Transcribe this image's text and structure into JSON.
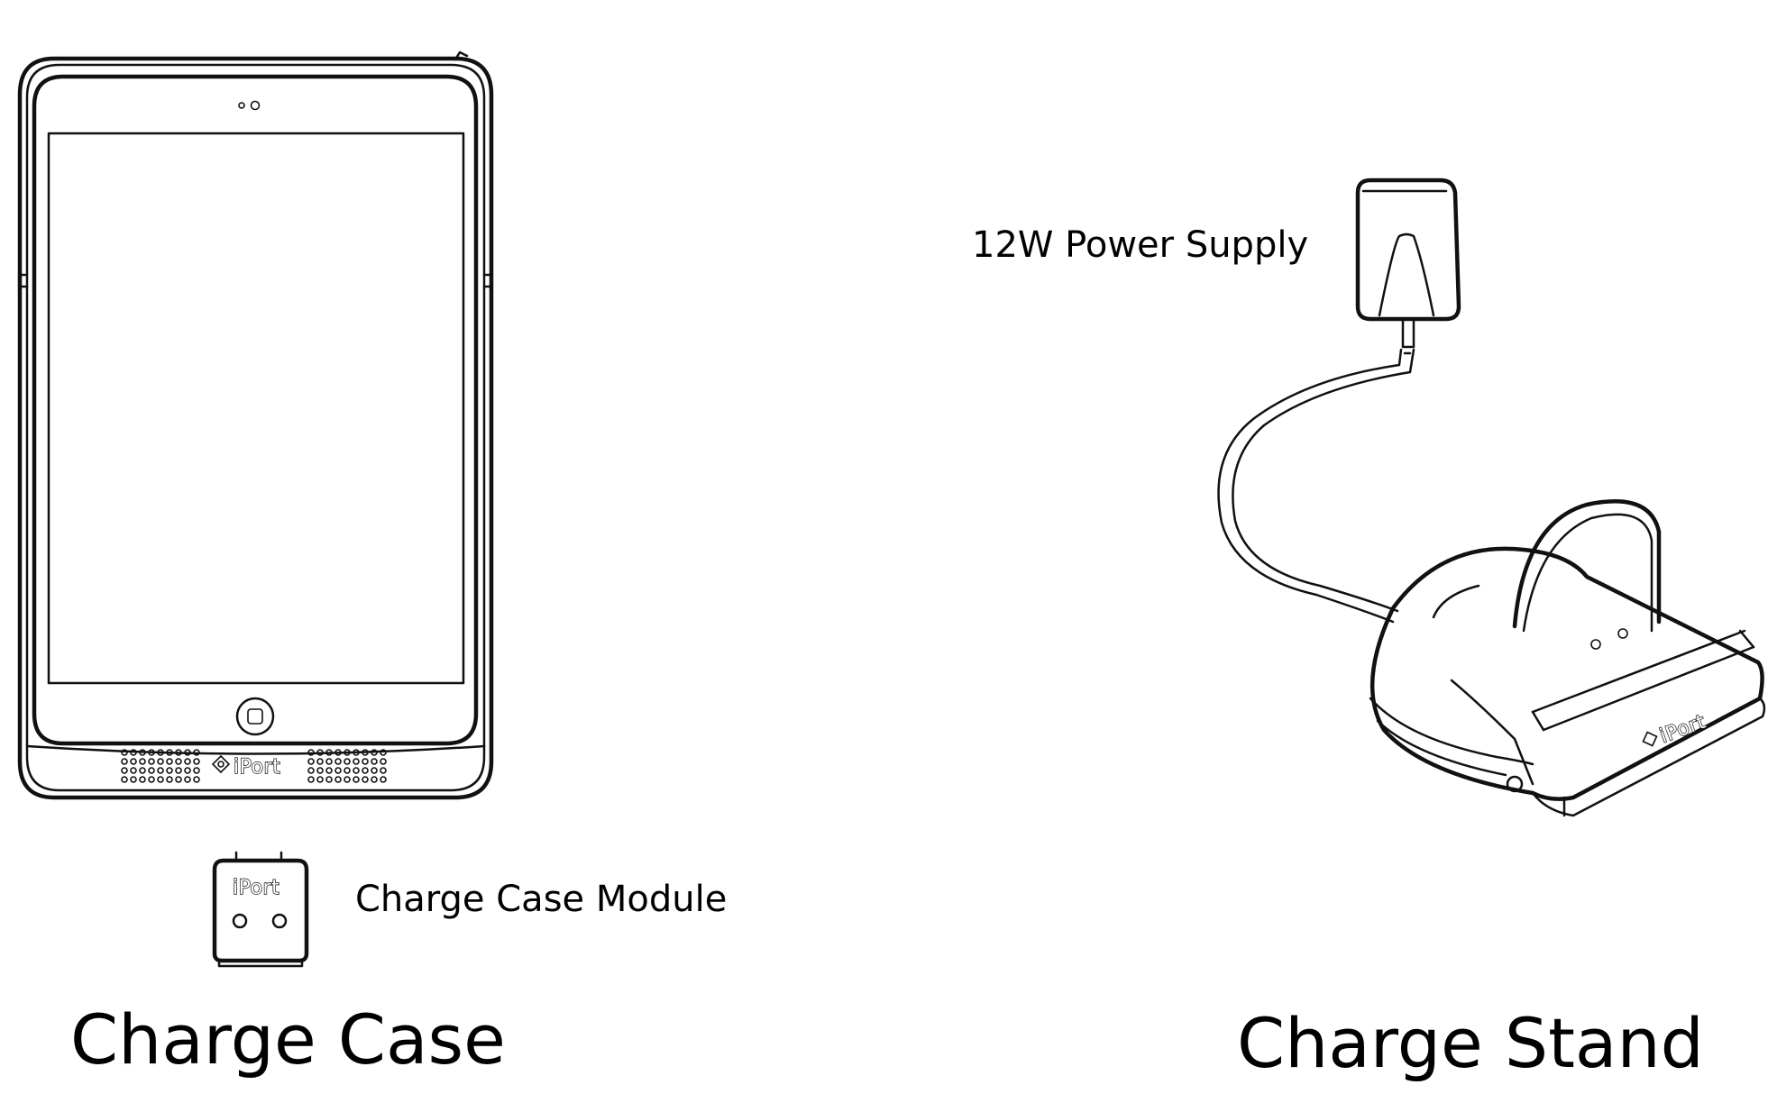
{
  "figure": {
    "product_labels": {
      "charge_case": "Charge Case",
      "charge_stand": "Charge Stand"
    },
    "callouts": {
      "module": "Charge Case Module",
      "power_supply": "12W Power Supply"
    },
    "logo_text": "iPort",
    "icons": [
      "tablet-case-illustration",
      "charge-case-module-illustration",
      "power-supply-illustration",
      "charge-stand-illustration",
      "iport-logo-icon"
    ]
  }
}
